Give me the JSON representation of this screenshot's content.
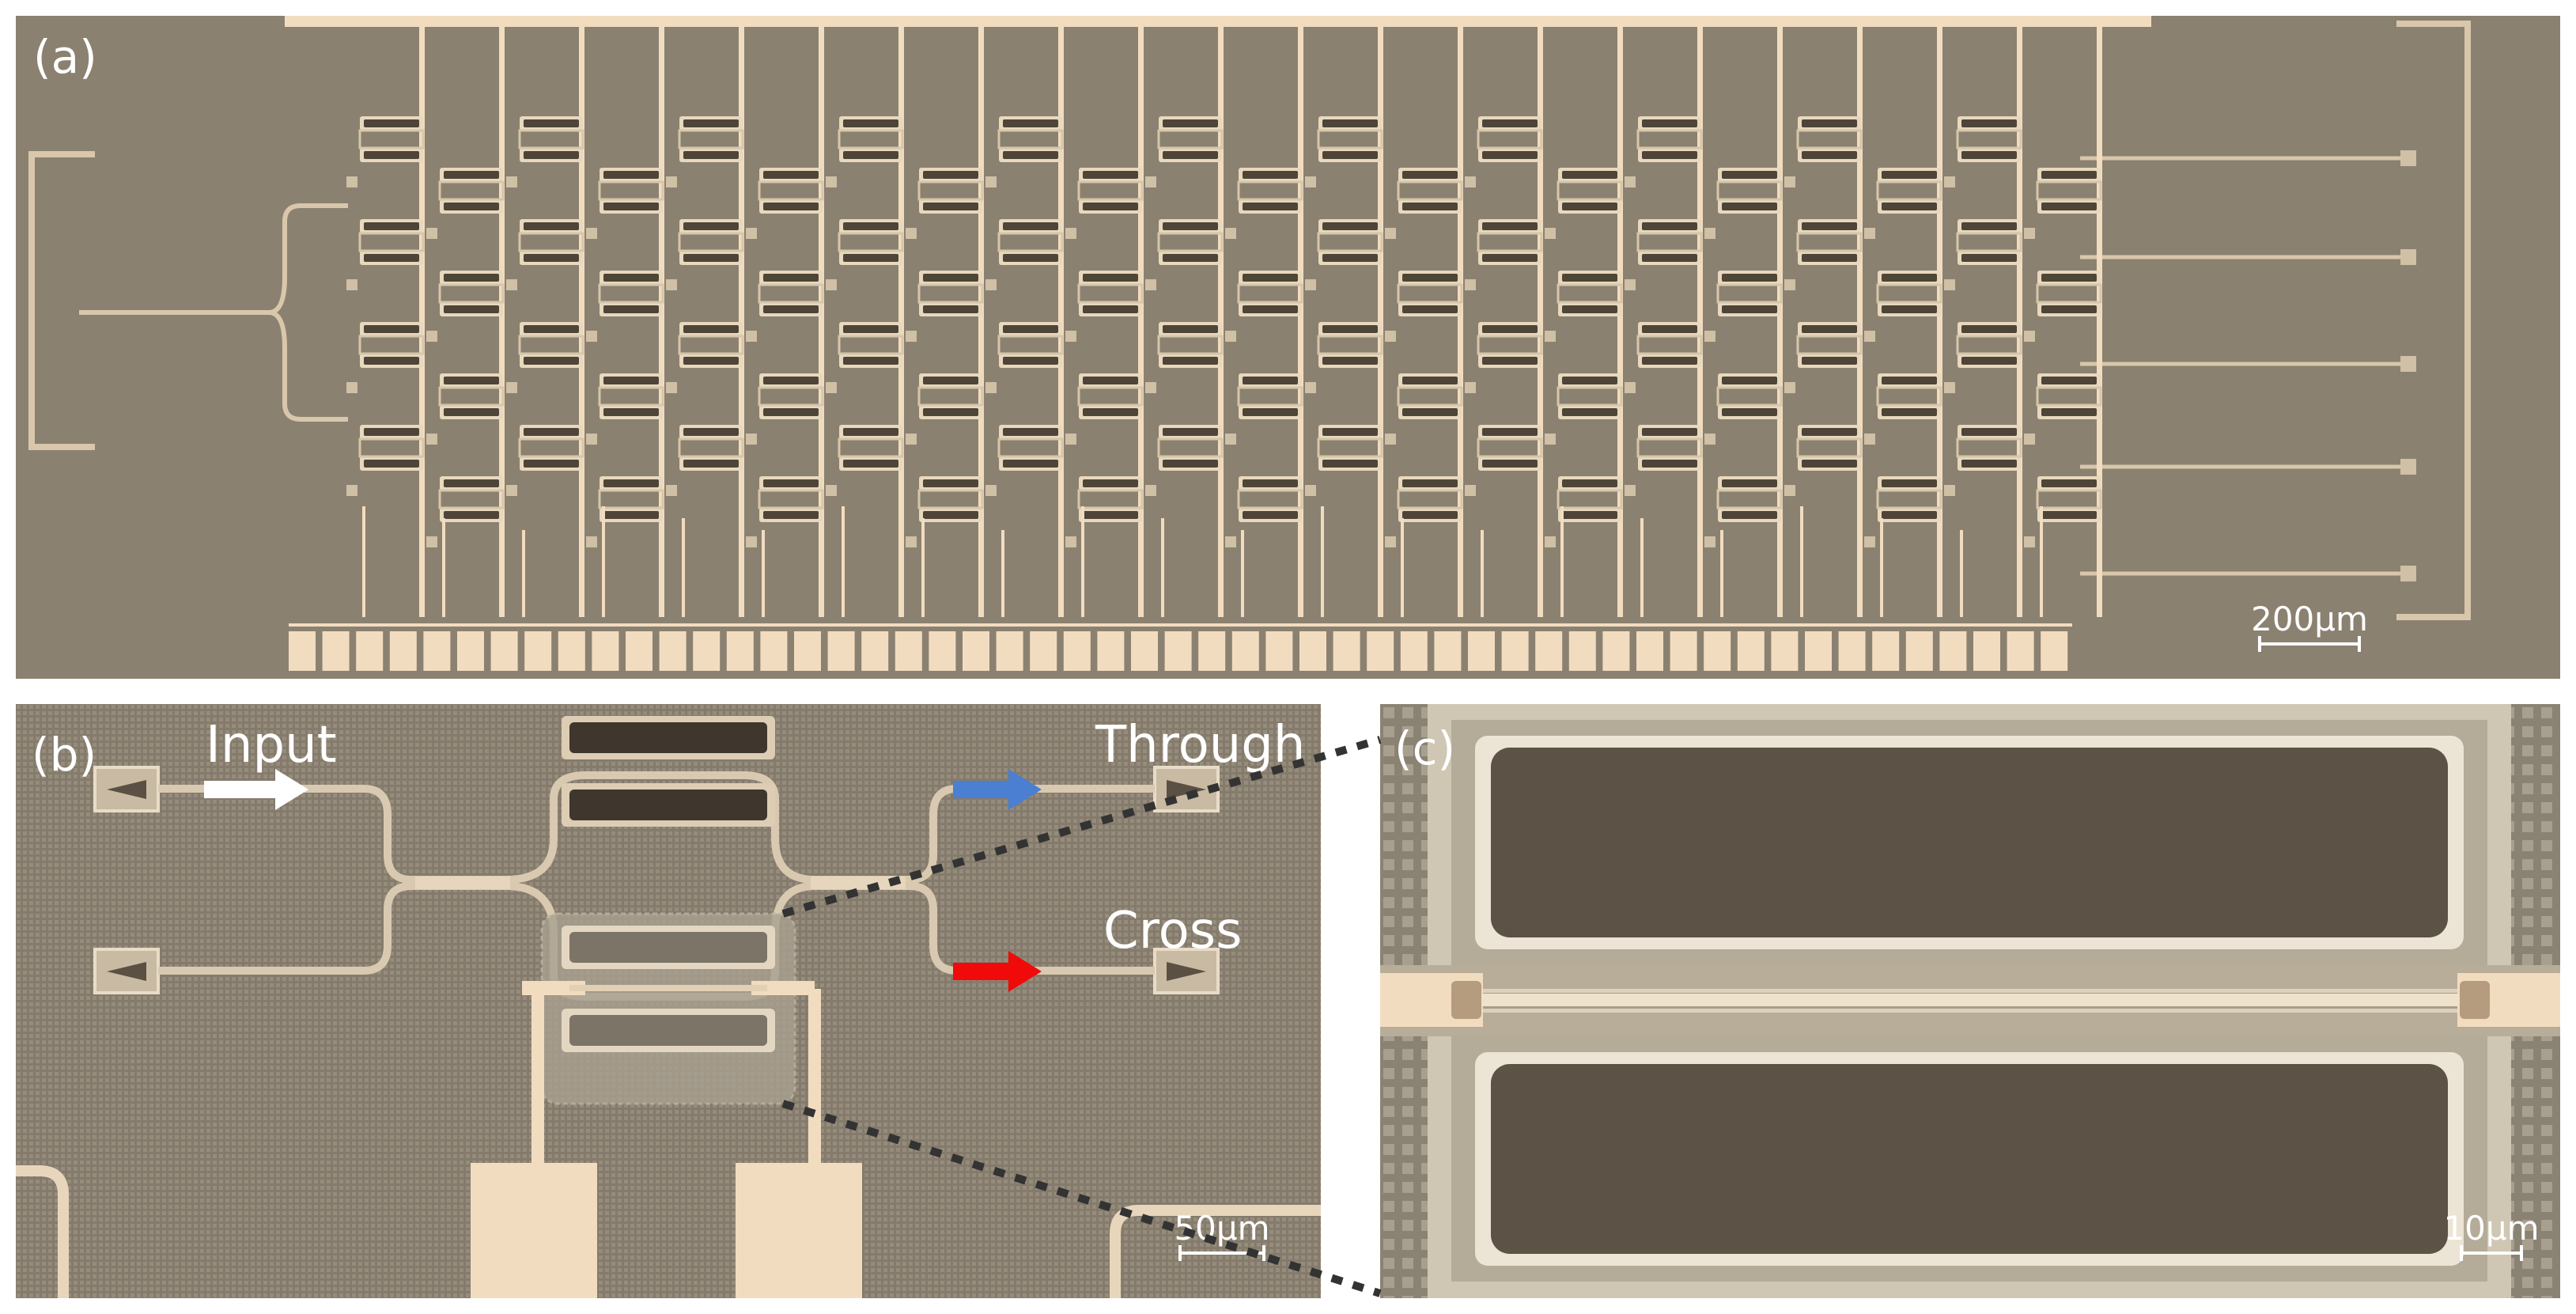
{
  "panels": {
    "a": {
      "label": "(a)",
      "scale_bar": "200μm"
    },
    "b": {
      "label": "(b)",
      "input_label": "Input",
      "through_label": "Through",
      "cross_label": "Cross",
      "scale_bar": "50μm"
    },
    "c": {
      "label": "(c)",
      "scale_bar": "10μm"
    }
  },
  "colors": {
    "substrate": "#8b8171",
    "metal": "#f2dcc0",
    "trench": "#4e4538",
    "input_arrow": "#ffffff",
    "through_arrow": "#4a7fd1",
    "cross_arrow": "#f00a0a"
  }
}
